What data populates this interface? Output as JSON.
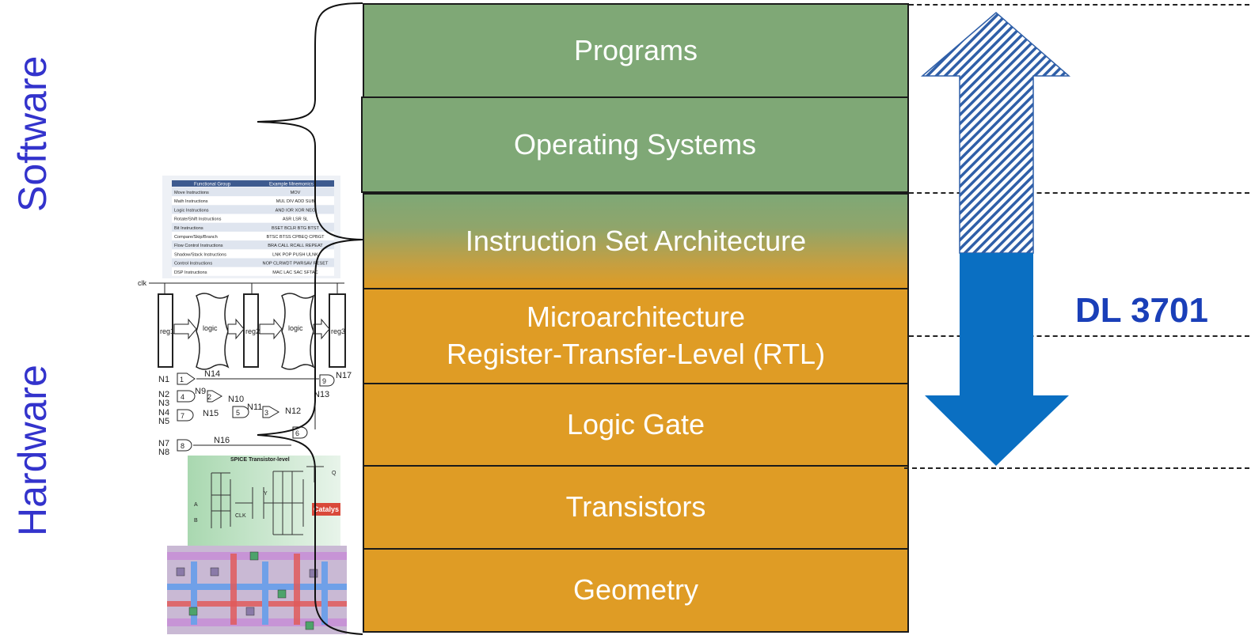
{
  "side_labels": {
    "software": "Software",
    "hardware": "Hardware"
  },
  "layers": [
    {
      "label": "Programs",
      "color": "#7fa876"
    },
    {
      "label": "Operating Systems",
      "color": "#7fa876"
    },
    {
      "label": "Instruction Set Architecture",
      "color": "gradient"
    },
    {
      "label_line1": "Microarchitecture",
      "label_line2": "Register-Transfer-Level (RTL)",
      "color": "#df9c25"
    },
    {
      "label": "Logic Gate",
      "color": "#df9c25"
    },
    {
      "label": "Transistors",
      "color": "#df9c25"
    },
    {
      "label": "Geometry",
      "color": "#df9c25"
    }
  ],
  "course_label": "DL 3701",
  "arrow": {
    "up_color": "#2f5fa8",
    "down_color": "#0a6fc2"
  },
  "isa_table": {
    "headers": [
      "Functional Group",
      "Example Mnemonics"
    ],
    "rows": [
      [
        "Move Instructions",
        "MOV"
      ],
      [
        "Math Instructions",
        "MUL DIV ADD SUB"
      ],
      [
        "Logic Instructions",
        "AND IOR XOR NEG"
      ],
      [
        "Rotate/Shift Instructions",
        "ASR LSR SL"
      ],
      [
        "Bit Instructions",
        "BSET BCLR BTG BTST"
      ],
      [
        "Compare/Skip/Branch",
        "BTSC BTSS CPBEQ CPBGT"
      ],
      [
        "Flow Control Instructions",
        "BRA CALL RCALL REPEAT"
      ],
      [
        "Shadow/Stack Instructions",
        "LNK POP PUSH ULNK"
      ],
      [
        "Control Instructions",
        "NOP CLRWDT PWRSAV RESET"
      ],
      [
        "DSP Instructions",
        "MAC LAC SAC SFTAC"
      ]
    ]
  },
  "rtl": {
    "clk": "clk",
    "reg1": "reg1",
    "reg2": "reg2",
    "reg3": "reg3",
    "logic": "logic"
  },
  "gates": {
    "inputs": [
      "N1",
      "N2",
      "N3",
      "N4",
      "N5",
      "N7",
      "N8"
    ],
    "nets": [
      "N14",
      "N9",
      "N10",
      "N15",
      "N11",
      "N12",
      "N13",
      "N16",
      "N17"
    ],
    "gate_ids": [
      "1",
      "2",
      "3",
      "4",
      "5",
      "6",
      "7",
      "8",
      "9"
    ]
  },
  "spice": {
    "title": "SPICE Transistor-level",
    "a": "A",
    "b": "B",
    "clk": "CLK",
    "y": "Y",
    "q": "Q",
    "badge": "Catalys"
  }
}
